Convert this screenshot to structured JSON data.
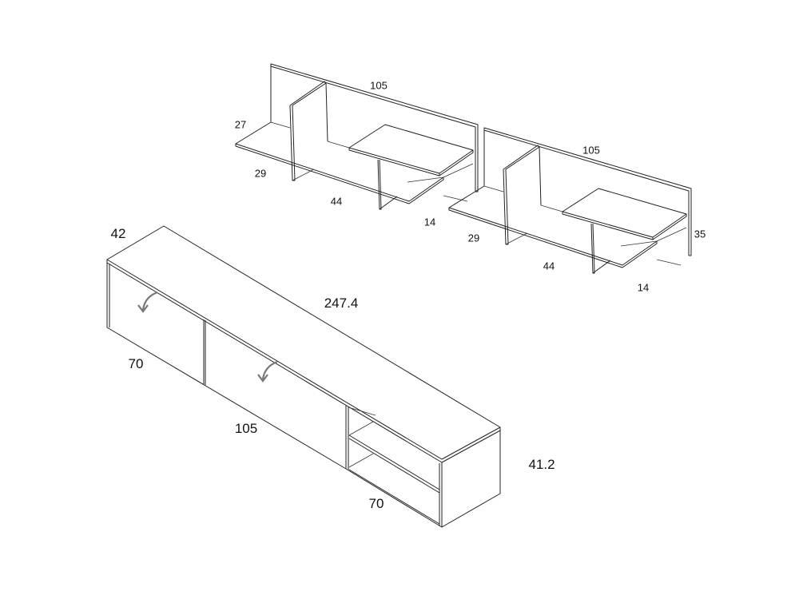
{
  "shelf_units": [
    {
      "labels": {
        "width": "105",
        "side_height": "27",
        "depth": "29",
        "bottom_width": "44",
        "top_shelf_depth": "14"
      }
    },
    {
      "labels": {
        "width": "105",
        "height": "35",
        "depth": "29",
        "bottom_width": "44",
        "top_shelf_depth": "14"
      }
    }
  ],
  "cabinet": {
    "labels": {
      "depth": "42",
      "length": "247.4",
      "left_door": "70",
      "middle_door": "105",
      "open_section": "70",
      "height": "41.2"
    },
    "icons": [
      "flap-open-arrow-icon",
      "flap-open-arrow-icon"
    ],
    "arrow_color": "#777777"
  },
  "line_color": "#222222"
}
